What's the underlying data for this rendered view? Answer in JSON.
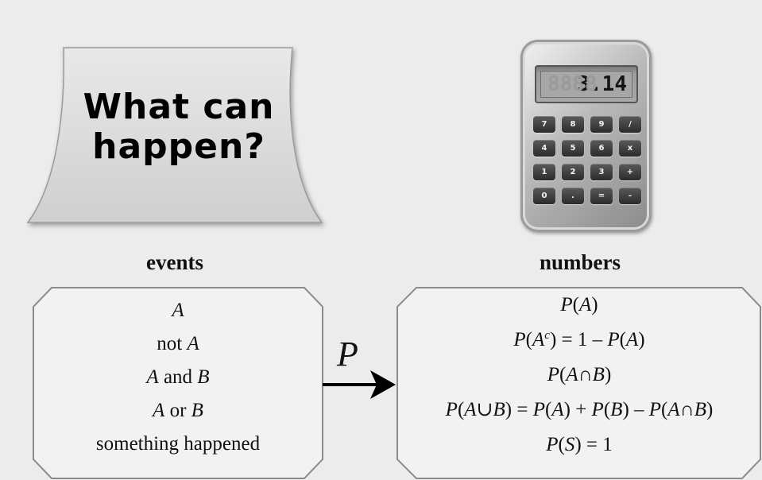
{
  "note": {
    "line1": "What can",
    "line2": "happen?"
  },
  "calculator": {
    "display": "3.14",
    "display_ghost": "8888",
    "keys": [
      "7",
      "8",
      "9",
      "/",
      "4",
      "5",
      "6",
      "x",
      "1",
      "2",
      "3",
      "+",
      "0",
      ".",
      "=",
      "-"
    ]
  },
  "events": {
    "heading": "events",
    "items": [
      {
        "parts": [
          [
            "i",
            "A"
          ]
        ]
      },
      {
        "parts": [
          [
            "t",
            "not "
          ],
          [
            "i",
            "A"
          ]
        ]
      },
      {
        "parts": [
          [
            "i",
            "A"
          ],
          [
            "t",
            " and "
          ],
          [
            "i",
            "B"
          ]
        ]
      },
      {
        "parts": [
          [
            "i",
            "A"
          ],
          [
            "t",
            " or "
          ],
          [
            "i",
            "B"
          ]
        ]
      },
      {
        "parts": [
          [
            "t",
            "something happened"
          ]
        ]
      }
    ]
  },
  "mapping": {
    "label": "P"
  },
  "numbers": {
    "heading": "numbers",
    "items": [
      {
        "parts": [
          [
            "i",
            "P"
          ],
          [
            "t",
            "("
          ],
          [
            "i",
            "A"
          ],
          [
            "t",
            ")"
          ]
        ]
      },
      {
        "parts": [
          [
            "i",
            "P"
          ],
          [
            "t",
            "("
          ],
          [
            "i",
            "A"
          ],
          [
            "s",
            "c"
          ],
          [
            "t",
            ") = 1 – "
          ],
          [
            "i",
            "P"
          ],
          [
            "t",
            "("
          ],
          [
            "i",
            "A"
          ],
          [
            "t",
            ")"
          ]
        ]
      },
      {
        "parts": [
          [
            "i",
            "P"
          ],
          [
            "t",
            "("
          ],
          [
            "i",
            "A"
          ],
          [
            "t",
            "∩"
          ],
          [
            "i",
            "B"
          ],
          [
            "t",
            ")"
          ]
        ]
      },
      {
        "parts": [
          [
            "i",
            "P"
          ],
          [
            "t",
            "("
          ],
          [
            "i",
            "A"
          ],
          [
            "t",
            "∪"
          ],
          [
            "i",
            "B"
          ],
          [
            "t",
            ") = "
          ],
          [
            "i",
            "P"
          ],
          [
            "t",
            "("
          ],
          [
            "i",
            "A"
          ],
          [
            "t",
            ") + "
          ],
          [
            "i",
            "P"
          ],
          [
            "t",
            "("
          ],
          [
            "i",
            "B"
          ],
          [
            "t",
            ") – "
          ],
          [
            "i",
            "P"
          ],
          [
            "t",
            "("
          ],
          [
            "i",
            "A"
          ],
          [
            "t",
            "∩"
          ],
          [
            "i",
            "B"
          ],
          [
            "t",
            ")"
          ]
        ]
      },
      {
        "parts": [
          [
            "i",
            "P"
          ],
          [
            "t",
            "("
          ],
          [
            "i",
            "S"
          ],
          [
            "t",
            ") = 1"
          ]
        ]
      }
    ]
  },
  "colors": {
    "background": "#ececec",
    "note_fill": "#dcdcdc",
    "box_stroke": "#8c8c8c",
    "arrow": "#000000"
  }
}
